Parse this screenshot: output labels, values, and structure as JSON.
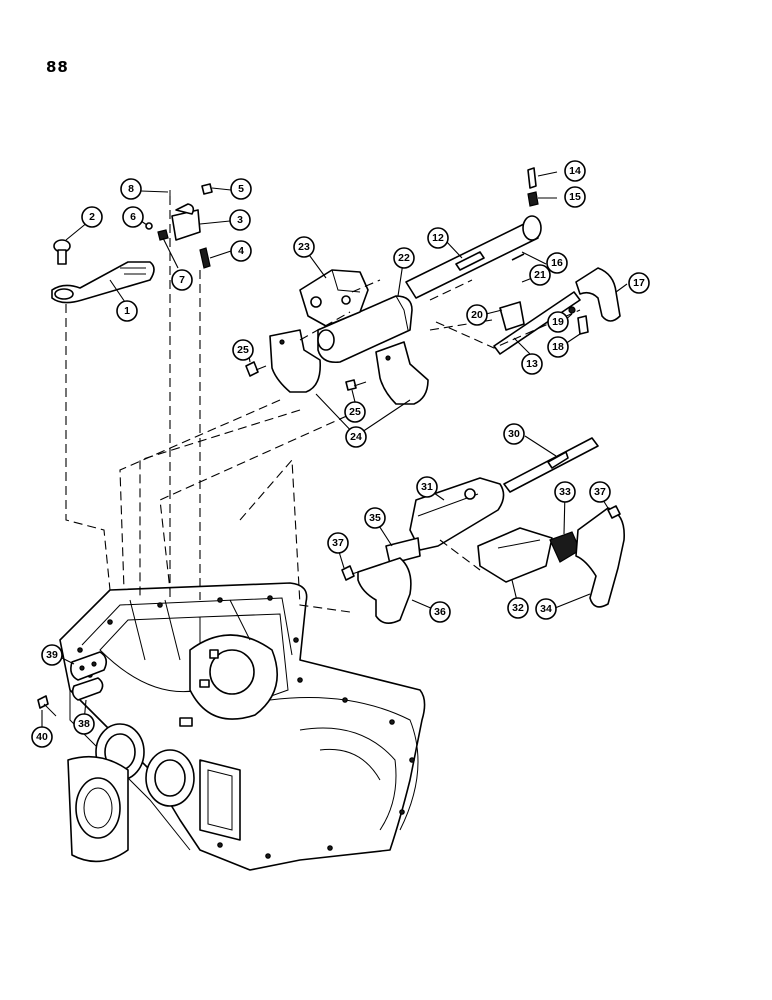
{
  "page": {
    "number": "88"
  },
  "callouts": [
    {
      "label": "1"
    },
    {
      "label": "2"
    },
    {
      "label": "3"
    },
    {
      "label": "4"
    },
    {
      "label": "5"
    },
    {
      "label": "6"
    },
    {
      "label": "7"
    },
    {
      "label": "8"
    },
    {
      "label": "12"
    },
    {
      "label": "13"
    },
    {
      "label": "14"
    },
    {
      "label": "15"
    },
    {
      "label": "16"
    },
    {
      "label": "17"
    },
    {
      "label": "18"
    },
    {
      "label": "19"
    },
    {
      "label": "20"
    },
    {
      "label": "21"
    },
    {
      "label": "22"
    },
    {
      "label": "23"
    },
    {
      "label": "24"
    },
    {
      "label": "25"
    },
    {
      "label": "25"
    },
    {
      "label": "30"
    },
    {
      "label": "31"
    },
    {
      "label": "32"
    },
    {
      "label": "33"
    },
    {
      "label": "34"
    },
    {
      "label": "35"
    },
    {
      "label": "36"
    },
    {
      "label": "37"
    },
    {
      "label": "37"
    },
    {
      "label": "38"
    },
    {
      "label": "39"
    },
    {
      "label": "40"
    }
  ]
}
